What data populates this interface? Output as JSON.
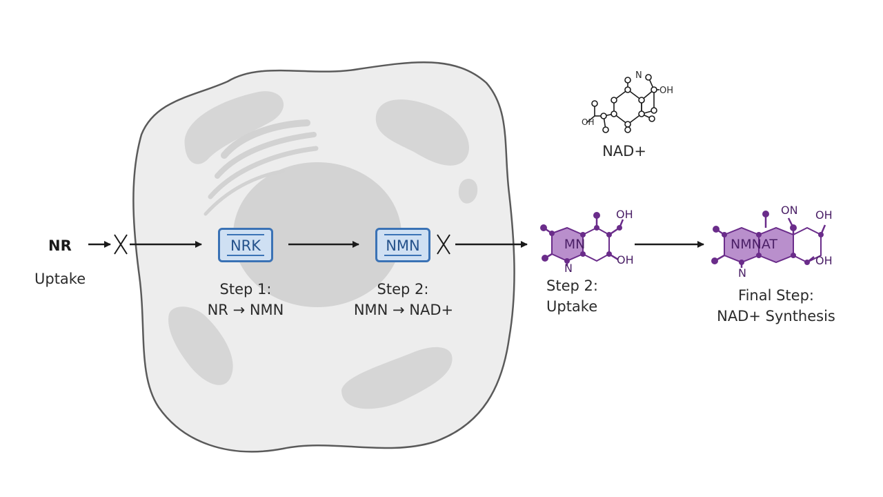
{
  "labels": {
    "nr": "NR",
    "uptake_left": "Uptake",
    "enzyme_1": "NRK",
    "enzyme_2": "NMN",
    "step1_title": "Step 1:",
    "step1_reaction": "NR → NMN",
    "step2_title": "Step 2:",
    "step2_reaction": "NMN → NAD+",
    "step2_uptake_title": "Step 2:",
    "step2_uptake_sub": "Uptake",
    "final_title": "Final Step:",
    "final_sub": "NAD+ Synthesis",
    "nad_caption": "NAD+",
    "molecule_mn": "MN",
    "molecule_nmnat": "NMNAT"
  },
  "atom_labels": {
    "nad_on": "N",
    "nad_oh_right": "OH",
    "nad_oh_left": "OH",
    "mn_oh_top": "OH",
    "mn_oh_bottom": "OH",
    "mn_n": "N",
    "nmnat_on": "ON",
    "nmnat_oh_top": "OH",
    "nmnat_oh_bottom": "OH",
    "nmnat_n": "N"
  },
  "colors": {
    "arrow": "#1a1a1a",
    "cell_fill": "#ededed",
    "cell_outline": "#5a5a5a",
    "organelle": "#d6d6d6",
    "enzyme_border": "#3a72b5",
    "enzyme_fill": "#cfe0f3",
    "molecule_purple": "#6a2c8a",
    "molecule_fill": "#b98fcc"
  }
}
